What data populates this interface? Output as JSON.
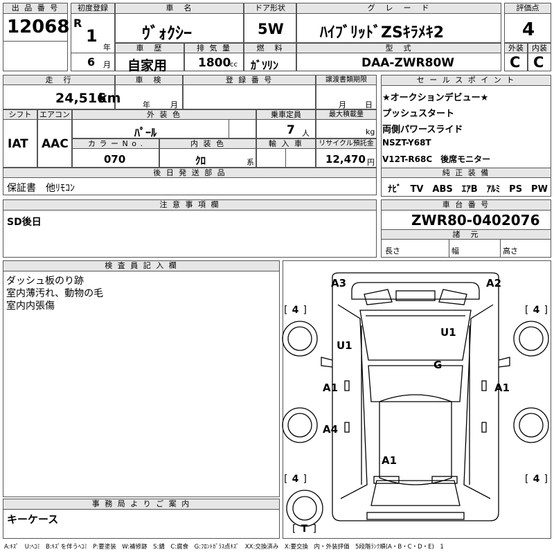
{
  "header": {
    "lot_label": "出 品 番 号",
    "lot_number": "12068",
    "first_reg_label": "初度登録",
    "era": "R",
    "reg_year": "1",
    "year_unit": "年",
    "reg_month": "6",
    "month_unit": "月",
    "name_label": "車　名",
    "car_name": "ｳﾞｫｸｼｰ",
    "door_label": "ドア形状",
    "door": "5W",
    "grade_label": "グ　レ　ー　ド",
    "grade": "ﾊｲﾌﾞﾘｯﾄﾞZSｷﾗﾒｷ2",
    "score_label": "評価点",
    "score": "4",
    "history_label": "車　歴",
    "history": "自家用",
    "displacement_label": "排 気 量",
    "displacement": "1800",
    "displacement_unit": "cc",
    "fuel_label": "燃　料",
    "fuel": "ｶﾞｿﾘﾝ",
    "model_label": "型　式",
    "model": "DAA-ZWR80W",
    "exterior_label": "外装",
    "interior_label": "内装",
    "exterior": "C",
    "interior": "C"
  },
  "row2": {
    "mileage_label": "走　行",
    "mileage": "24,516",
    "mileage_unit": "km",
    "inspection_label": "車　検",
    "insp_year_unit": "年",
    "insp_month_unit": "月",
    "reg_no_label": "登 録 番 号",
    "transfer_label": "譲渡書類期限",
    "transfer_month_unit": "月",
    "transfer_day_unit": "日",
    "shift_label": "シフト",
    "aircon_label": "エアコン",
    "shift": "IAT",
    "aircon": "AAC",
    "color_label": "外 装 色",
    "color": "ﾊﾟｰﾙ",
    "capacity_label": "乗車定員",
    "capacity": "7",
    "capacity_unit": "人",
    "load_label": "最大積載量",
    "load_unit": "kg",
    "color_no_label": "カ ラ ー N o .",
    "color_no": "070",
    "interior_color_label": "内 装 色",
    "interior_color": "ｸﾛ",
    "interior_color_unit": "系",
    "import_label": "輸 入 車",
    "recycle_label": "リサイクル預託金",
    "recycle": "12,470",
    "recycle_unit": "円",
    "later_parts_label": "後 日 発 送 部 品",
    "later_parts": "保証書　他ﾘﾓｺﾝ"
  },
  "sales_points": {
    "label": "セ ー ル ス ポ イ ン ト",
    "lines": [
      "★オークションデビュー★",
      "プッシュスタート",
      "両側パワースライド",
      "NSZT-Y68T",
      "V12T-R68C　後席モニター"
    ],
    "equipment_label": "純 正 装 備",
    "equipment": "ﾅﾋﾞ　TV　ABS　ｴｱB　ｱﾙﾐ　PS　PW"
  },
  "notes": {
    "label": "注 意 事 項 欄",
    "text": "SD後日"
  },
  "chassis": {
    "label": "車 台 番 号",
    "number": "ZWR80-0402076",
    "specs_label": "諸　元",
    "length_label": "長さ",
    "width_label": "幅",
    "height_label": "高さ"
  },
  "inspector": {
    "label": "検 査 員 記 入 欄",
    "lines": [
      "ダッシュ板のり跡",
      "室内薄汚れ、動物の毛",
      "室内内張傷"
    ]
  },
  "office": {
    "label": "事 務 局 よ り ご 案 内",
    "text": "キーケース"
  },
  "diagram": {
    "marks": {
      "a3": "A3",
      "a2": "A2",
      "u1_left": "U1",
      "u1_right": "U1",
      "g": "G",
      "a1_left": "A1",
      "a1_right": "A1",
      "a4": "A4",
      "a1_rear": "A1",
      "tire_fl": "4",
      "tire_fr": "4",
      "tire_rl": "4",
      "tire_rr": "4",
      "spare": "T"
    }
  },
  "legend": "A:ｷｽﾞ　U:ﾍｺﾐ　B:ｷｽﾞを伴うﾍｺﾐ　P:要塗装　W:補修跡　S:錆　C:腐食　G:ﾌﾛﾝﾄｶﾞﾗｽ点ｷｽﾞ　XX:交換済み　X:要交換　内・外装評価　5段階ﾗﾝｸ順(A・B・C・D・E)　1"
}
